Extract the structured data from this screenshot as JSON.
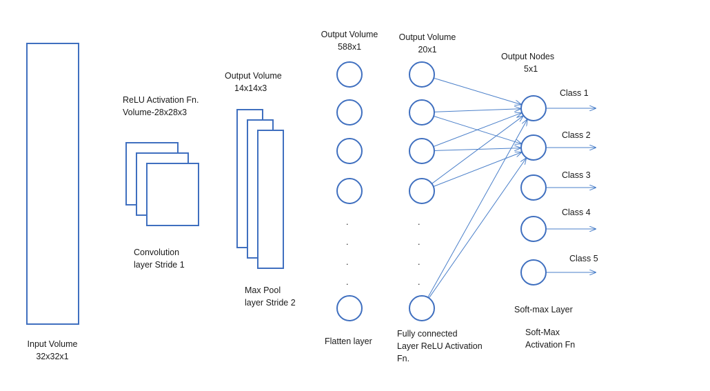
{
  "colors": {
    "blue": "#3f6fbf",
    "arrow": "#4a7fc9",
    "text": "#1a1a1a"
  },
  "labels": {
    "input_volume": "Input Volume",
    "input_dims": "32x32x1",
    "relu_title": "ReLU Activation Fn.",
    "relu_volume": "Volume-28x28x3",
    "conv_line1": "Convolution",
    "conv_line2": "layer Stride 1",
    "pool_out": "Output Volume",
    "pool_dims": "14x14x3",
    "maxpool_line1": "Max Pool",
    "maxpool_line2": "layer Stride  2",
    "flat_out": "Output Volume",
    "flat_dims": "588x1",
    "flatten": "Flatten layer",
    "fc_out": "Output Volume",
    "fc_dims": "20x1",
    "fc_line1": "Fully connected",
    "fc_line2": "Layer ReLU Activation",
    "fc_line3": "Fn.",
    "out_nodes": "Output Nodes",
    "out_dims": "5x1",
    "softmax_layer": "Soft-max Layer",
    "softmax_line1": "Soft-Max",
    "softmax_line2": "Activation Fn"
  },
  "classes": [
    "Class 1",
    "Class 2",
    "Class 3",
    "Class 4",
    "Class 5"
  ],
  "ellipsis": ".",
  "connections": [
    [
      0,
      0
    ],
    [
      1,
      0
    ],
    [
      1,
      1
    ],
    [
      2,
      0
    ],
    [
      2,
      1
    ],
    [
      3,
      0
    ],
    [
      3,
      1
    ],
    [
      4,
      0
    ],
    [
      4,
      1
    ]
  ]
}
